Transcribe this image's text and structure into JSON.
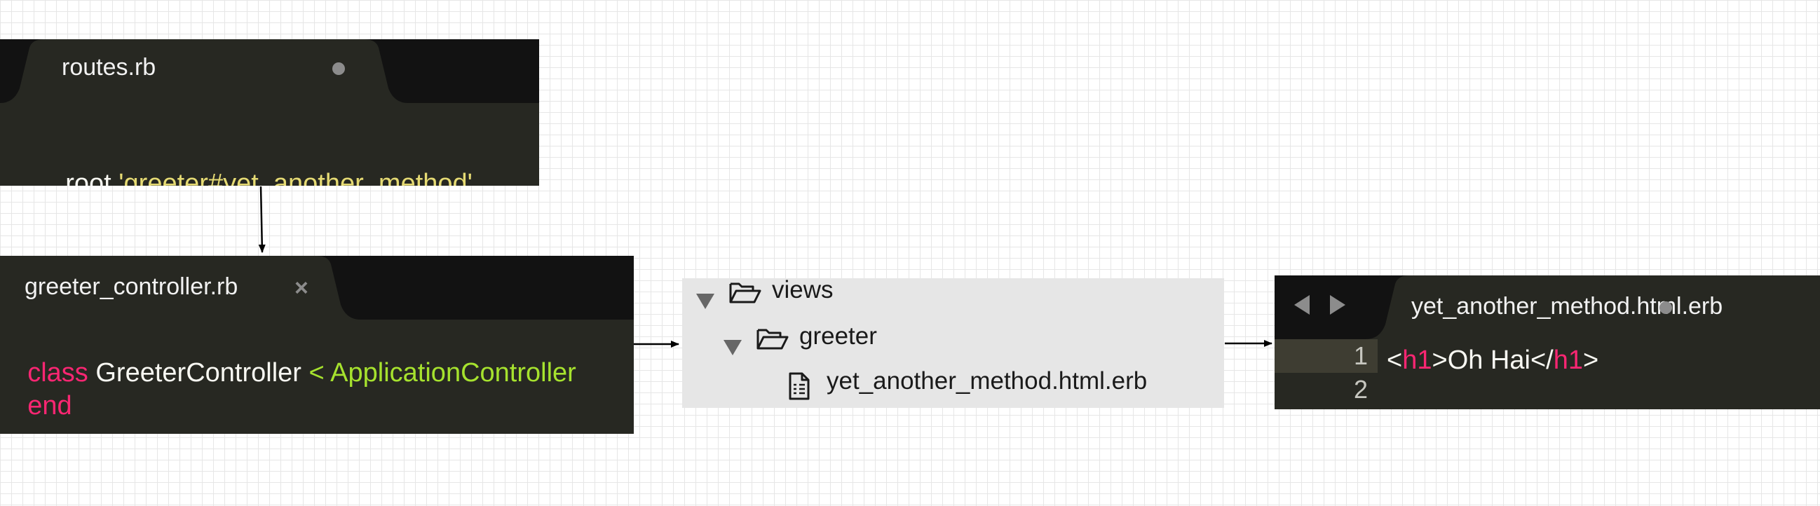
{
  "routes": {
    "tab_title": "routes.rb",
    "code_keyword": "root",
    "code_string": "'greeter#yet_another_method'"
  },
  "controller": {
    "tab_title": "greeter_controller.rb",
    "close_glyph": "×",
    "line1_class": "class",
    "line1_name": "GreeterController",
    "line1_lt": "<",
    "line1_parent": "ApplicationController",
    "line2_end": "end"
  },
  "tree": {
    "root_folder": "views",
    "sub_folder": "greeter",
    "file": "yet_another_method.html.erb"
  },
  "view": {
    "tab_title": "yet_another_method.html.erb",
    "line_numbers": [
      "1",
      "2"
    ],
    "tag_open_lt": "<",
    "tag_name": "h1",
    "tag_open_gt": ">",
    "content": "Oh Hai",
    "tag_close_lt": "</",
    "tag_close_name": "h1",
    "tag_close_gt": ">"
  },
  "colors": {
    "editor_bg": "#272822",
    "tabbar_bg": "#121212",
    "string": "#e6db74",
    "keyword": "#f92672",
    "class_name": "#a6e22e",
    "sidebar_bg": "#e6e6e6"
  }
}
